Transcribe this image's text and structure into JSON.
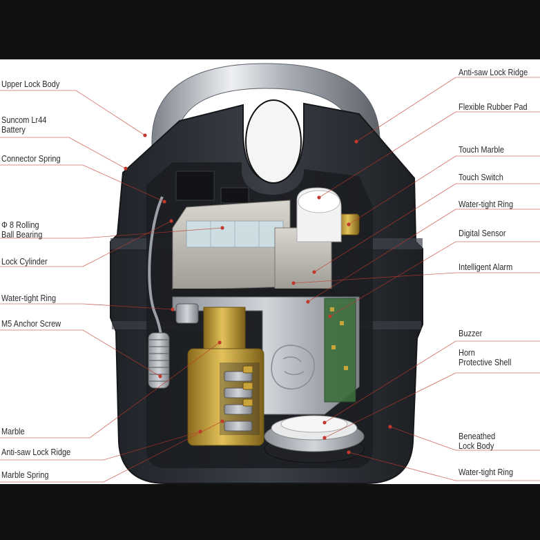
{
  "labels_left": [
    {
      "id": "upper-lock-body",
      "text": "Upper Lock Body"
    },
    {
      "id": "suncom-battery",
      "text": "Suncom Lr44\nBattery"
    },
    {
      "id": "connector-spring",
      "text": "Connector Spring"
    },
    {
      "id": "rolling-ball-bearing",
      "text": "Φ 8 Rolling\nBall Bearing"
    },
    {
      "id": "lock-cylinder",
      "text": "Lock Cylinder"
    },
    {
      "id": "water-tight-ring-left",
      "text": "Water-tight Ring"
    },
    {
      "id": "m5-anchor-screw",
      "text": "M5 Anchor Screw"
    },
    {
      "id": "marble",
      "text": "Marble"
    },
    {
      "id": "anti-saw-lock-ridge-left",
      "text": "Anti-saw Lock Ridge"
    },
    {
      "id": "marble-spring",
      "text": "Marble Spring"
    }
  ],
  "labels_right": [
    {
      "id": "anti-saw-lock-ridge-right",
      "text": "Anti-saw Lock Ridge"
    },
    {
      "id": "flexible-rubber-pad",
      "text": "Flexible Rubber Pad"
    },
    {
      "id": "touch-marble",
      "text": "Touch Marble"
    },
    {
      "id": "touch-switch",
      "text": "Touch Switch"
    },
    {
      "id": "water-tight-ring-right",
      "text": "Water-tight Ring"
    },
    {
      "id": "digital-sensor",
      "text": "Digital Sensor"
    },
    {
      "id": "intelligent-alarm",
      "text": "Intelligent Alarm"
    },
    {
      "id": "buzzer",
      "text": "Buzzer"
    },
    {
      "id": "horn-protective-shell",
      "text": "Horn\nProtective Shell"
    },
    {
      "id": "beneathed-lock-body",
      "text": "Beneathed\nLock Body"
    },
    {
      "id": "water-tight-ring-bottom",
      "text": "Water-tight Ring"
    }
  ],
  "colors": {
    "leader_line": "#c0392b",
    "lock_body": "#2c2f36",
    "brass": "#c9a43a",
    "chrome": "#c8ccd2",
    "alarm_module": "#bdbab4"
  },
  "icons": [
    "lion-emblem-icon"
  ]
}
